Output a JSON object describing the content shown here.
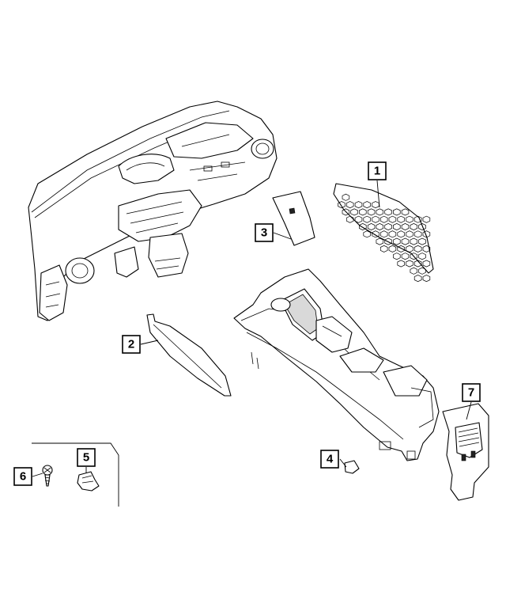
{
  "callouts": [
    {
      "label": "1",
      "part": "honeycomb-grille-panel"
    },
    {
      "label": "2",
      "part": "knee-bolster-panel"
    },
    {
      "label": "3",
      "part": "storage-tray-mat"
    },
    {
      "label": "4",
      "part": "cover-plug"
    },
    {
      "label": "5",
      "part": "clip"
    },
    {
      "label": "6",
      "part": "screw"
    },
    {
      "label": "7",
      "part": "rear-vent-bezel"
    }
  ]
}
